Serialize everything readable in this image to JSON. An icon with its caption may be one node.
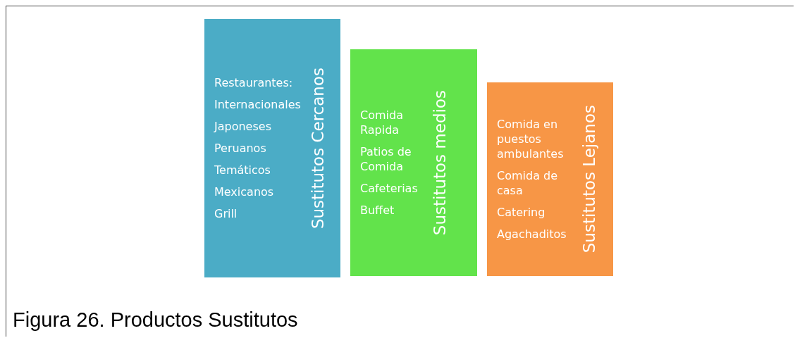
{
  "diagram": {
    "caption": "Figura 26. Productos Sustitutos",
    "nodes": [
      {
        "text": [
          "Sustitutos Cercanos",
          "Restaurantes:",
          "Internacionales",
          "Japoneses",
          "Peruanos",
          "Temáticos",
          "Mexicanos",
          "Grill"
        ]
      },
      {
        "text": [
          "Sustitutos medios",
          "Comida Rapida",
          "Patios de Comida",
          "Cafeterias",
          "Buffet"
        ]
      },
      {
        "text": [
          "Sustitutos Lejanos",
          "Comida en puestos ambulantes",
          "Comida de casa",
          "Catering",
          "Agachaditos"
        ]
      }
    ]
  }
}
